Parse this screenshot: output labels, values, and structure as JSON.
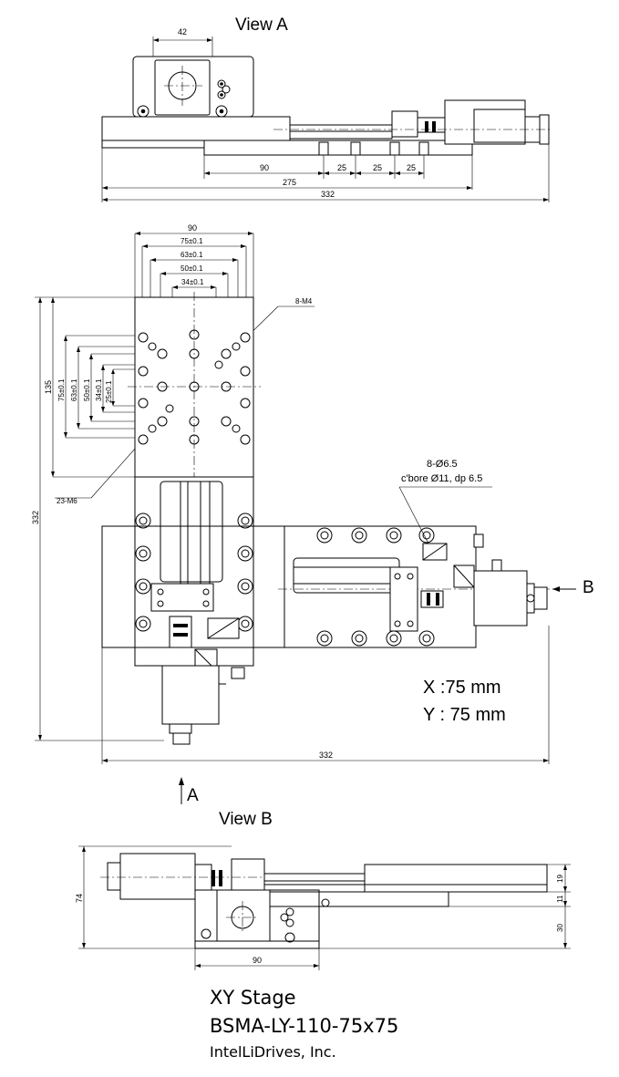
{
  "views": {
    "view_a_label": "View A",
    "view_b_label": "View B",
    "arrow_a_label": "A",
    "arrow_b_label": "B"
  },
  "view_a_dims": {
    "top_width": "42",
    "d90": "90",
    "d25a": "25",
    "d25b": "25",
    "d25c": "25",
    "d275": "275",
    "d332": "332"
  },
  "plan_dims": {
    "h90": "90",
    "h75": "75±0.1",
    "h63": "63±0.1",
    "h50": "50±0.1",
    "h34": "34±0.1",
    "v135": "135",
    "v75": "75±0.1",
    "v63": "63±0.1",
    "v50": "50±0.1",
    "v34": "34±0.1",
    "v25": "25±0.1",
    "v332": "332",
    "h332": "332",
    "note_m4": "8-M4",
    "note_m6": "23-M6",
    "note_holes_1": "8-Ø6.5",
    "note_holes_2": "c'bore Ø11, dp 6.5"
  },
  "travel": {
    "x": "X :75 mm",
    "y": "Y : 75 mm"
  },
  "view_b_dims": {
    "h74": "74",
    "d19": "19",
    "d11": "11",
    "d30": "30",
    "d90": "90"
  },
  "title_block": {
    "line1": "XY Stage",
    "line2": "BSMA-LY-110-75x75",
    "line3": "IntelLiDrives, Inc."
  }
}
